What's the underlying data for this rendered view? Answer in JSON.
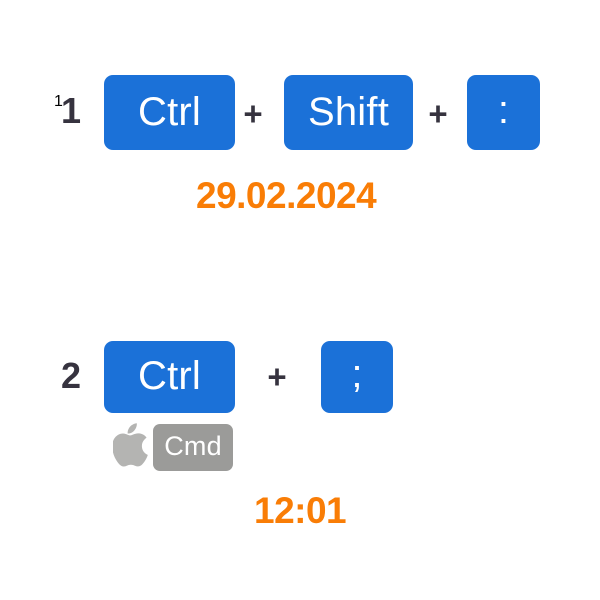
{
  "page": {
    "background_color": "#ffffff",
    "accent_blue": "#1b71d8",
    "accent_orange": "#f97d06",
    "gray_key": "#9b9b99",
    "apple_gray": "#b4b4b2",
    "text_dark": "#36333f"
  },
  "shortcuts": [
    {
      "index": "1",
      "keys": [
        {
          "label": "Ctrl",
          "style": "blue",
          "kind": "word"
        },
        {
          "label": "Shift",
          "style": "blue",
          "kind": "word"
        },
        {
          "label": ":",
          "style": "blue",
          "kind": "punct"
        }
      ],
      "separator": "+",
      "result": "29.02.2024",
      "alt_key": null
    },
    {
      "index": "2",
      "keys": [
        {
          "label": "Ctrl",
          "style": "blue",
          "kind": "word"
        },
        {
          "label": ";",
          "style": "blue",
          "kind": "punct"
        }
      ],
      "separator": "+",
      "result": "12:01",
      "alt_key": {
        "icon": "apple-logo-icon",
        "label": "Cmd",
        "style": "gray"
      }
    }
  ]
}
